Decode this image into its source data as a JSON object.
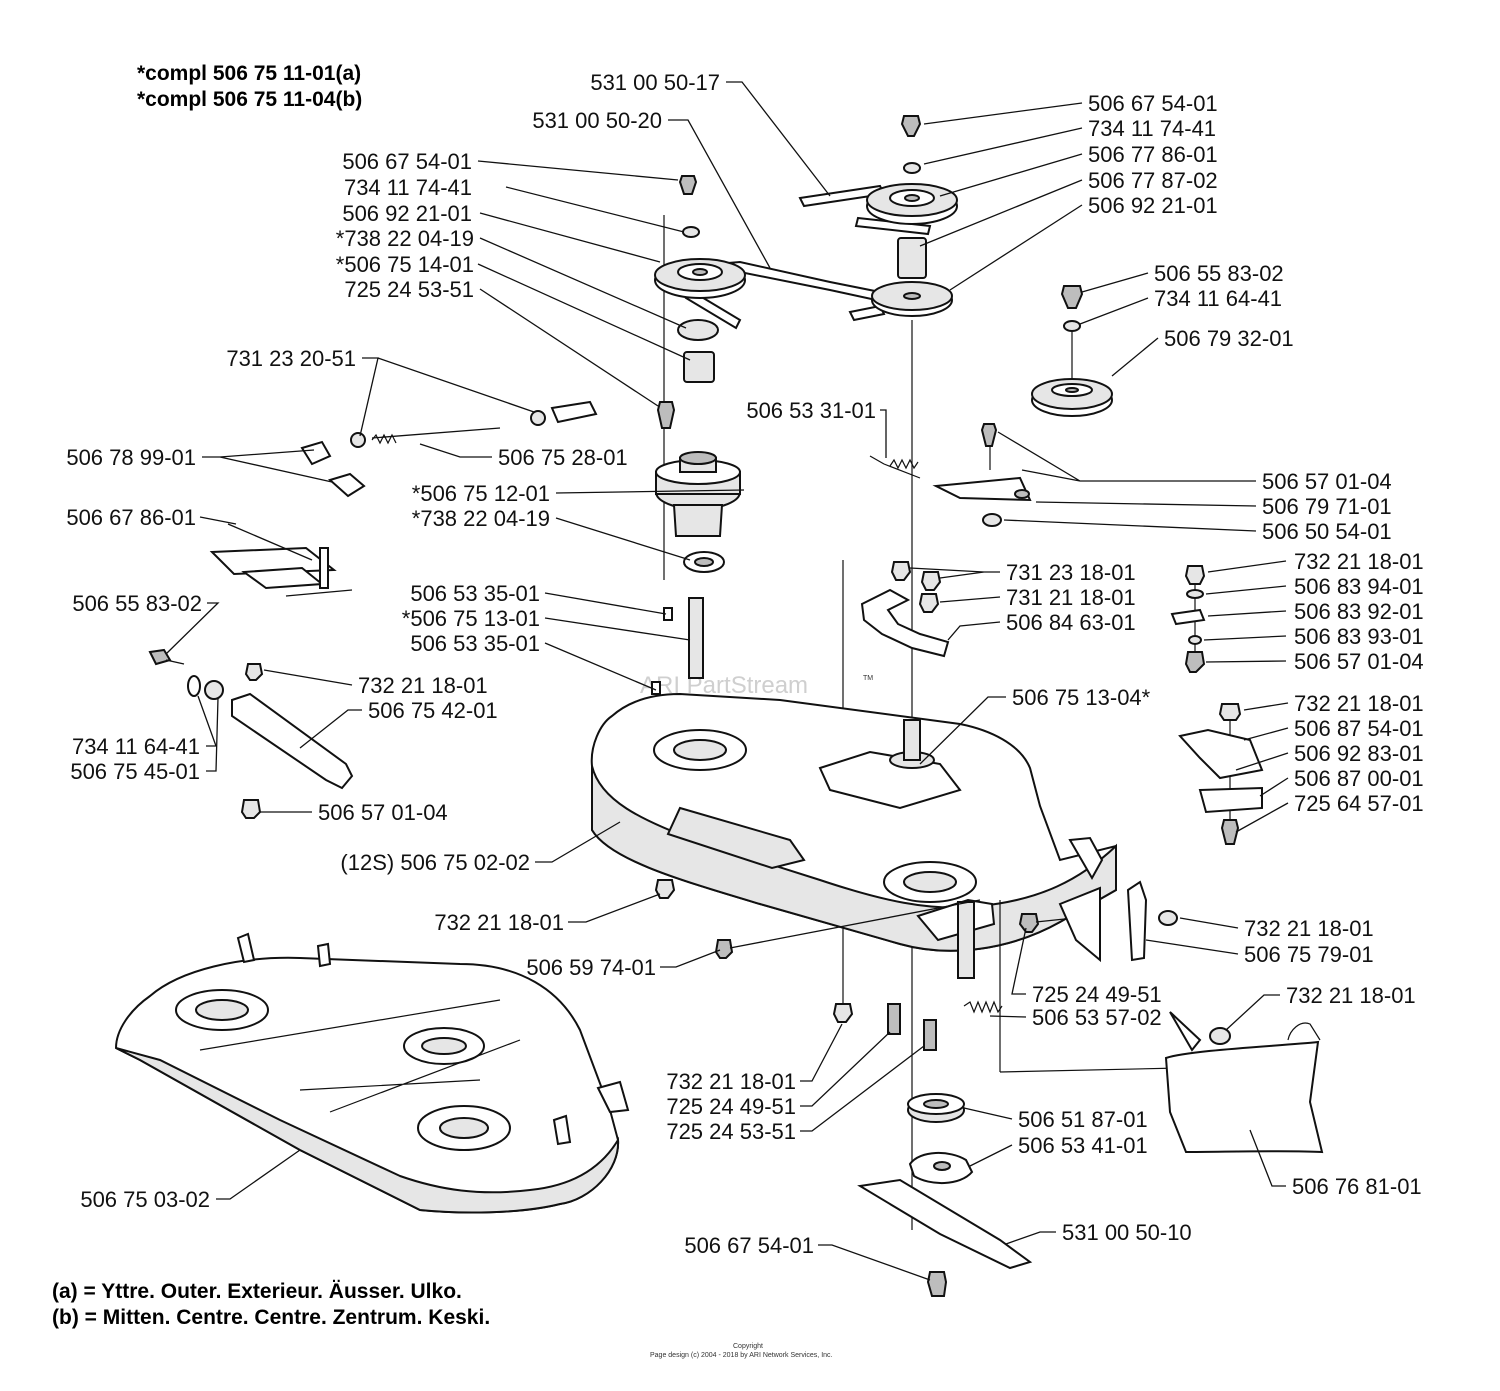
{
  "header": {
    "line_a": "*compl 506 75 11-01(a)",
    "line_b": "*compl 506 75 11-04(b)"
  },
  "legend": {
    "a": "(a) =  Yttre. Outer. Exterieur. Äusser. Ulko.",
    "b": "(b) =  Mitten. Centre. Centre. Zentrum. Keski."
  },
  "watermark": "ARI PartStream",
  "watermark_tm": "TM",
  "footer": {
    "line1": "Copyright",
    "line2": "Page design (c) 2004 - 2018 by ARI Network Services, Inc."
  },
  "labels": [
    "531 00 50-17",
    "531 00 50-20",
    "506 67 54-01",
    "734 11 74-41",
    "506 92 21-01",
    "*738 22 04-19",
    "*506 75 14-01",
    "725 24 53-51",
    "506 67 54-01",
    "734 11 74-41",
    "506 77 86-01",
    "506 77 87-02",
    "506 92 21-01",
    "506 55 83-02",
    "734 11 64-41",
    "506 79 32-01",
    "731 23 20-51",
    "506 78 99-01",
    "506 75 28-01",
    "506 53 31-01",
    "506 57 01-04",
    "506 79 71-01",
    "506 50 54-01",
    "*506 75 12-01",
    "*738 22 04-19",
    "506 67 86-01",
    "731 23 18-01",
    "731 21 18-01",
    "506 84 63-01",
    "732 21 18-01",
    "506 83 94-01",
    "506 83 92-01",
    "506 83 93-01",
    "506 57 01-04",
    "506 53 35-01",
    "*506 75 13-01",
    "506 53 35-01",
    "506 55 83-02",
    "732 21 18-01",
    "506 75 42-01",
    "734 11 64-41",
    "506 75 45-01",
    "506 57 01-04",
    "506 75 13-04*",
    "732 21 18-01",
    "506 87 54-01",
    "506 92 83-01",
    "506 87 00-01",
    "725 64 57-01",
    "(12S) 506 75 02-02",
    "732 21 18-01",
    "506 59 74-01",
    "732 21 18-01",
    "506 75 79-01",
    "725 24 49-51",
    "506 53 57-02",
    "732 21 18-01",
    "732 21 18-01",
    "725 24 49-51",
    "725 24 53-51",
    "506 51 87-01",
    "506 53 41-01",
    "506 76 81-01",
    "506 75 03-02",
    "506 67 54-01",
    "531 00 50-10"
  ]
}
